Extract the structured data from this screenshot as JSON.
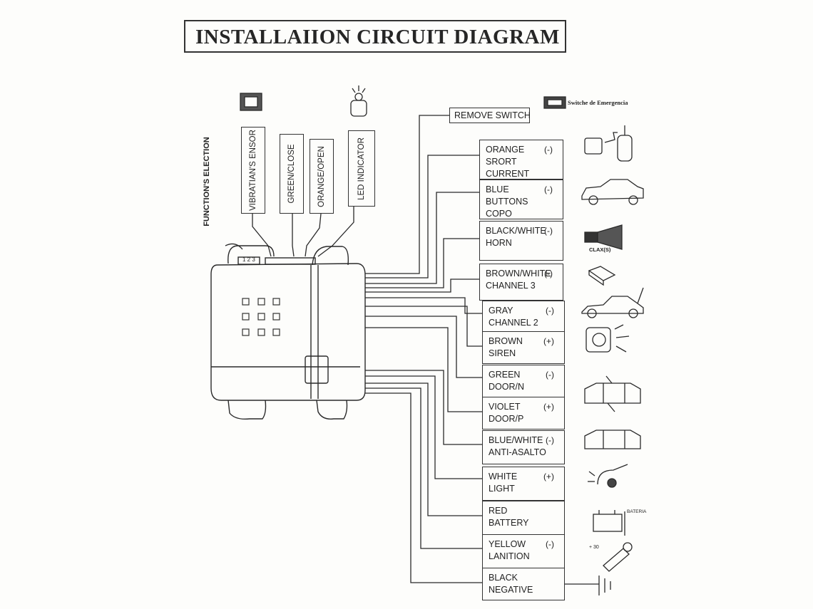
{
  "title": "INSTALLAIION CIRCUIT DIAGRAM",
  "function_selection_label": "FUNCTION'S ELECTION",
  "top_connectors": [
    {
      "label": "VIBRATIAN'S ENSOR"
    },
    {
      "label": "GREEN/CLOSE"
    },
    {
      "label": "ORANGE/OPEN"
    },
    {
      "label": "LED INDICATOR"
    }
  ],
  "remove_switch_label": "REMOVE SWITCH",
  "emergency_switch_label": "Switche de Emergencia",
  "module_chip_label": "1 2 3",
  "wires": [
    {
      "line1": "ORANGE",
      "line2": "SRORT",
      "line3": "CURRENT",
      "polarity": "(-)"
    },
    {
      "line1": "BLUE",
      "line2": "BUTTONS",
      "line3": "COPO",
      "polarity": "(-)"
    },
    {
      "line1": "BLACK/WHITE",
      "line2": "HORN",
      "line3": "",
      "polarity": "(-)"
    },
    {
      "line1": "BROWN/WHITE",
      "line2": "CHANNEL 3",
      "line3": "",
      "polarity": "(-)"
    },
    {
      "line1": "GRAY",
      "line2": "CHANNEL 2",
      "line3": "",
      "polarity": "(-)"
    },
    {
      "line1": "BROWN",
      "line2": "SIREN",
      "line3": "",
      "polarity": "(+)"
    },
    {
      "line1": "GREEN",
      "line2": "DOOR/N",
      "line3": "",
      "polarity": "(-)"
    },
    {
      "line1": "VIOLET",
      "line2": "DOOR/P",
      "line3": "",
      "polarity": "(+)"
    },
    {
      "line1": "BLUE/WHITE",
      "line2": "ANTI-ASALTO",
      "line3": "",
      "polarity": "(-)"
    },
    {
      "line1": "WHITE",
      "line2": "LIGHT",
      "line3": "",
      "polarity": "(+)"
    },
    {
      "line1": "RED",
      "line2": "BATTERY",
      "line3": "",
      "polarity": ""
    },
    {
      "line1": "YELLOW",
      "line2": "LANITION",
      "line3": "",
      "polarity": "(-)"
    },
    {
      "line1": "BLACK",
      "line2": "NEGATIVE",
      "line3": "",
      "polarity": ""
    }
  ],
  "device_icons": [
    "relay-pump-icon",
    "sedan-car-icon",
    "horn-clax-icon",
    "trunk-release-icon",
    "car-trunk-open-icon",
    "siren-icon",
    "car-door-n-icon",
    "car-door-p-icon",
    "headlight-icon",
    "battery-icon",
    "ignition-key-icon",
    "ground-icon",
    "vibration-sensor-icon",
    "led-bulb-icon",
    "emergency-switch-icon"
  ],
  "clax_label": "CLAX(S)",
  "battery_label": "BATERIA",
  "ignition_label": "+ 30",
  "colors": {
    "ink": "#2a2a2a",
    "paper": "#fdfdfb"
  }
}
